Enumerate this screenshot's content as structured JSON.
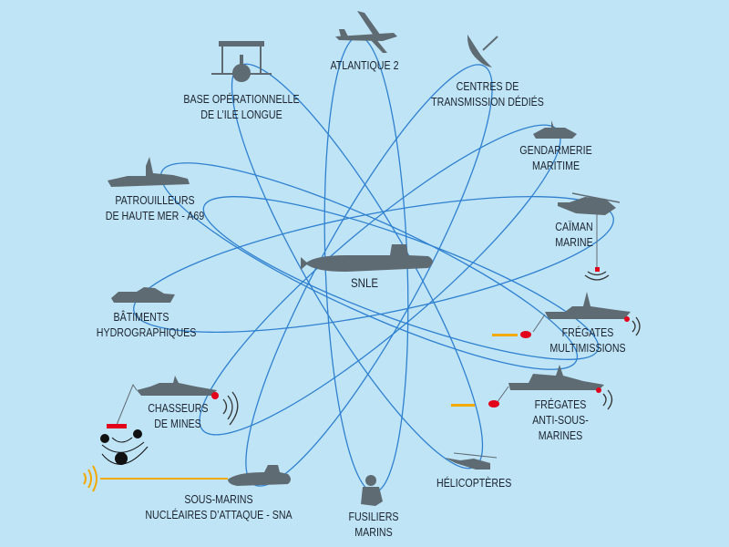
{
  "colors": {
    "background": "#bfe4f6",
    "orbit": "#2f80d0",
    "silhouette": "#5f6b73",
    "sensor": "#e2001a",
    "sonar": "#f2a900"
  },
  "center": {
    "label": "SNLE",
    "icon": "submarine-icon"
  },
  "nodes": [
    {
      "id": "atlantique",
      "lines": [
        "ATLANTIQUE 2"
      ],
      "icon": "maritime-patrol-aircraft-icon"
    },
    {
      "id": "base",
      "lines": [
        "BASE OPÉRATIONNELLE",
        "DE L’ILE LONGUE"
      ],
      "icon": "naval-base-icon"
    },
    {
      "id": "transmission",
      "lines": [
        "CENTRES DE",
        "TRANSMISSION DÉDIÉS"
      ],
      "icon": "satellite-dish-icon"
    },
    {
      "id": "gendarmerie",
      "lines": [
        "GENDARMERIE",
        "MARITIME"
      ],
      "icon": "patrol-boat-icon"
    },
    {
      "id": "patrouilleurs",
      "lines": [
        "PATROUILLEURS",
        "DE HAUTE MER - A69"
      ],
      "icon": "patrol-ship-icon"
    },
    {
      "id": "caiman",
      "lines": [
        "CAÏMAN",
        "MARINE"
      ],
      "icon": "helicopter-icon"
    },
    {
      "id": "hydro",
      "lines": [
        "BÂTIMENTS",
        "HYDROGRAPHIQUES"
      ],
      "icon": "survey-ship-icon"
    },
    {
      "id": "fremm",
      "lines": [
        "FRÉGATES",
        "MULTIMISSIONS"
      ],
      "icon": "frigate-icon"
    },
    {
      "id": "fasm",
      "lines": [
        "FRÉGATES",
        "ANTI-SOUS-",
        "MARINES"
      ],
      "icon": "frigate-icon"
    },
    {
      "id": "chasseurs",
      "lines": [
        "CHASSEURS",
        "DE MINES"
      ],
      "icon": "minehunter-icon"
    },
    {
      "id": "sna",
      "lines": [
        "SOUS-MARINS",
        "NUCLÉAIRES D’ATTAQUE - SNA"
      ],
      "icon": "submarine-icon"
    },
    {
      "id": "fusiliers",
      "lines": [
        "FUSILIERS",
        "MARINS"
      ],
      "icon": "marine-soldier-icon"
    },
    {
      "id": "helicopteres",
      "lines": [
        "HÉLICOPTÈRES"
      ],
      "icon": "helicopter-icon"
    }
  ]
}
